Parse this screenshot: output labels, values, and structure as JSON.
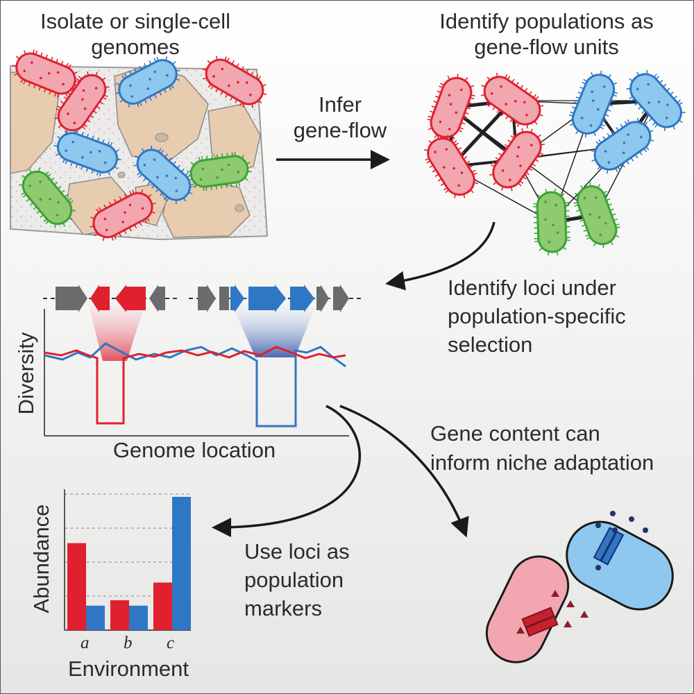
{
  "captions": {
    "isolate_line1": "Isolate or single-cell",
    "isolate_line2": "genomes",
    "identify_pop_line1": "Identify populations as",
    "identify_pop_line2": "gene-flow units",
    "infer_line1": "Infer",
    "infer_line2": "gene-flow",
    "loci_line1": "Identify loci under",
    "loci_line2": "population-specific",
    "loci_line3": "selection",
    "gene_content_line1": "Gene content can",
    "gene_content_line2": "inform niche adaptation",
    "use_loci_line1": "Use loci as",
    "use_loci_line2": "population",
    "use_loci_line3": "markers"
  },
  "diversity_plot": {
    "ylabel": "Diversity",
    "xlabel": "Genome location"
  },
  "chart_data": {
    "type": "bar",
    "categories": [
      "a",
      "b",
      "c"
    ],
    "series": [
      {
        "color": "#e0202e",
        "values": [
          0.64,
          0.22,
          0.35
        ]
      },
      {
        "color": "#2f77c4",
        "values": [
          0.18,
          0.18,
          0.98
        ]
      }
    ],
    "xlabel": "Environment",
    "ylabel": "Abundance",
    "grid": "horizontal dashed"
  },
  "colors": {
    "red_outline": "#e0202e",
    "red_fill": "#f2a6b0",
    "blue_outline": "#2f77c4",
    "blue_fill": "#8ec8ee",
    "green_outline": "#3aa336",
    "green_fill": "#8fc970",
    "sand": "#e8ccb0",
    "gene_gray": "#6b6b6b"
  }
}
